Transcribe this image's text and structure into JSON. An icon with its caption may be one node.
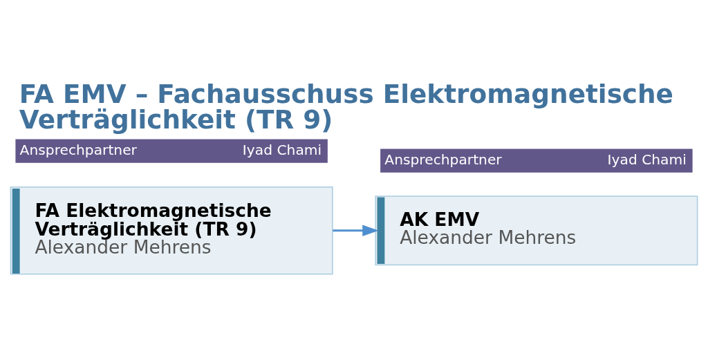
{
  "diagram": {
    "title": "FA EMV – Fachausschuss Elektromagnetische Verträglichkeit (TR 9)",
    "nodes": [
      {
        "text": [
          "Ansprechpartner",
          "Iyad Chami"
        ]
      },
      {
        "text": [
          "FA Elektromagnetische Verträglichkeit (TR 9)",
          "Alexander Mehrens"
        ]
      },
      {
        "text": [
          "Ansprechpartner",
          "Iyad Chami"
        ]
      },
      {
        "text": [
          "AK EMV",
          "Alexander Mehrens"
        ]
      }
    ],
    "edges": [
      {
        "from": 1,
        "to": 3,
        "arrow": "to"
      }
    ]
  }
}
